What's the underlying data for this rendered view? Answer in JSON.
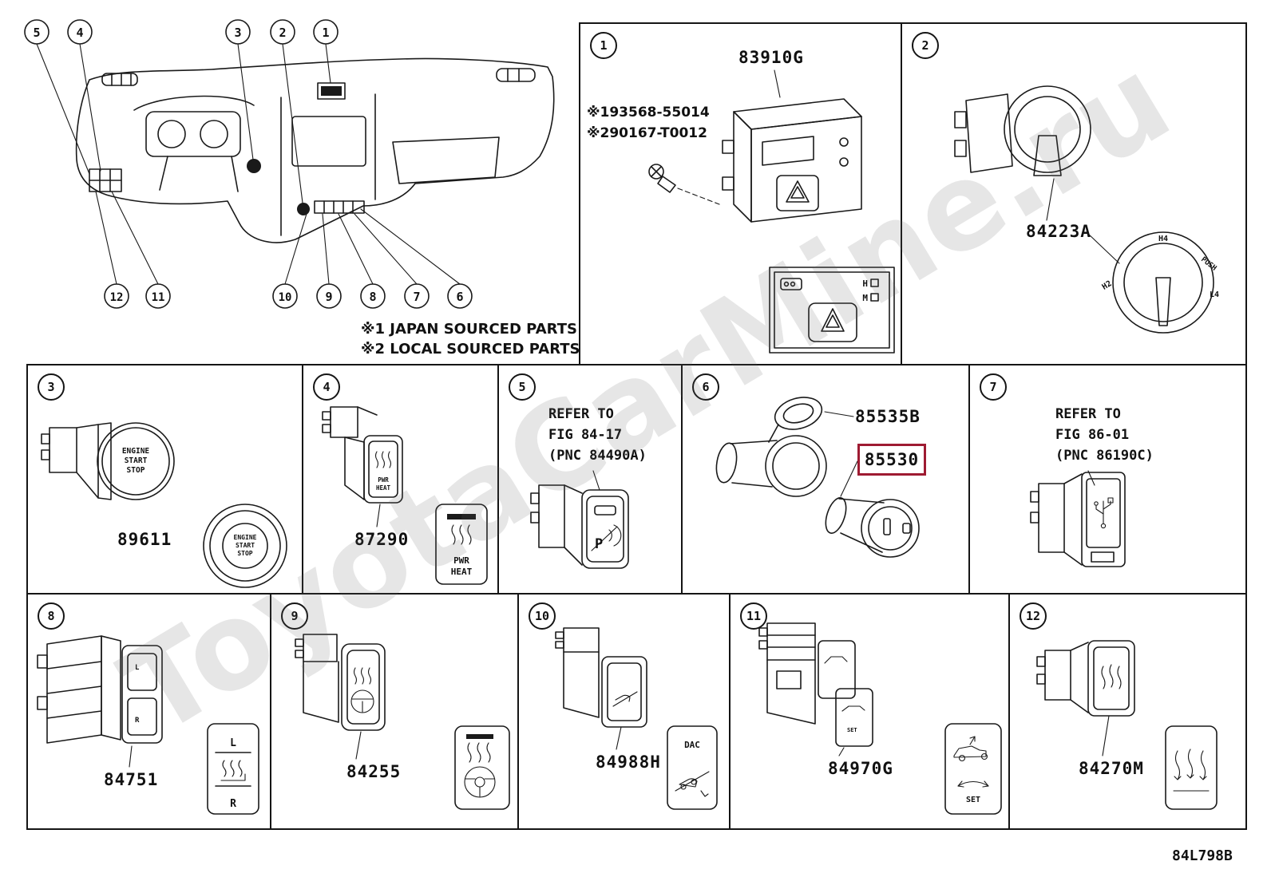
{
  "watermark": "ToyotaCarMine.ru",
  "diagram_code": "84L798B",
  "notes": {
    "line1": "※1 JAPAN SOURCED PARTS",
    "line2": "※2 LOCAL SOURCED PARTS"
  },
  "overview": {
    "callouts": [
      "1",
      "2",
      "3",
      "4",
      "5",
      "6",
      "7",
      "8",
      "9",
      "10",
      "11",
      "12"
    ]
  },
  "colors": {
    "highlight_border": "#9e1b32",
    "line": "#1a1a1a"
  },
  "panel1": {
    "callout": "1",
    "part": "83910G",
    "ref1": "※193568-55014",
    "ref2": "※290167-T0012",
    "label_h": "H",
    "label_m": "M"
  },
  "panel2": {
    "callout": "2",
    "part": "84223A",
    "dial": {
      "top": "H4",
      "push": "PUSH",
      "right": "L4",
      "left": "H2"
    }
  },
  "panel3": {
    "callout": "3",
    "part": "89611",
    "button_line1": "ENGINE",
    "button_line2": "START",
    "button_line3": "STOP"
  },
  "panel4": {
    "callout": "4",
    "part": "87290",
    "plate_line1": "PWR",
    "plate_line2": "HEAT"
  },
  "panel5": {
    "callout": "5",
    "refer_line1": "REFER TO",
    "refer_line2": "FIG 84-17",
    "refer_line3": "(PNC 84490A)",
    "icon_letter": "P"
  },
  "panel6": {
    "callout": "6",
    "part_cap": "85535B",
    "part_main": "85530"
  },
  "panel7": {
    "callout": "7",
    "refer_line1": "REFER TO",
    "refer_line2": "FIG 86-01",
    "refer_line3": "(PNC 86190C)"
  },
  "panel8": {
    "callout": "8",
    "part": "84751",
    "plate_top": "L",
    "plate_bottom": "R"
  },
  "panel9": {
    "callout": "9",
    "part": "84255"
  },
  "panel10": {
    "callout": "10",
    "part": "84988H",
    "plate_label": "DAC"
  },
  "panel11": {
    "callout": "11",
    "part": "84970G",
    "plate_label": "SET"
  },
  "panel12": {
    "callout": "12",
    "part": "84270M"
  }
}
